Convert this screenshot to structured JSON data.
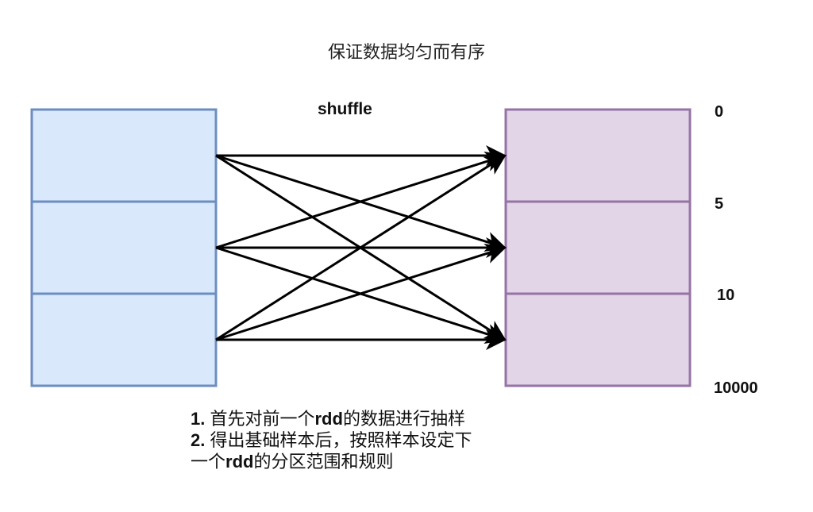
{
  "title": "保证数据均匀而有序",
  "edge_label": "shuffle",
  "source_rdd": {
    "partitions": 3,
    "fill": "#dae8fc",
    "stroke": "#6c8ebf"
  },
  "target_rdd": {
    "partitions": 3,
    "fill": "#e1d5e7",
    "stroke": "#9673a6"
  },
  "range_labels": [
    "0",
    "5",
    "10",
    "10000"
  ],
  "edges": [
    {
      "from": 0,
      "to": 0
    },
    {
      "from": 0,
      "to": 1
    },
    {
      "from": 0,
      "to": 2
    },
    {
      "from": 1,
      "to": 0
    },
    {
      "from": 1,
      "to": 1
    },
    {
      "from": 1,
      "to": 2
    },
    {
      "from": 2,
      "to": 0
    },
    {
      "from": 2,
      "to": 1
    },
    {
      "from": 2,
      "to": 2
    }
  ],
  "notes": [
    {
      "num": "1.",
      "parts": [
        {
          "t": "首先对前一个",
          "b": false
        },
        {
          "t": "rdd",
          "b": true
        },
        {
          "t": "的数据进行抽样",
          "b": false
        }
      ]
    },
    {
      "num": "2.",
      "parts": [
        {
          "t": "得出基础样本后，按照样本设定下",
          "b": false
        }
      ]
    },
    {
      "num": "",
      "parts": [
        {
          "t": "一个",
          "b": false
        },
        {
          "t": "rdd",
          "b": true
        },
        {
          "t": "的分区范围和规则",
          "b": false
        }
      ]
    }
  ]
}
